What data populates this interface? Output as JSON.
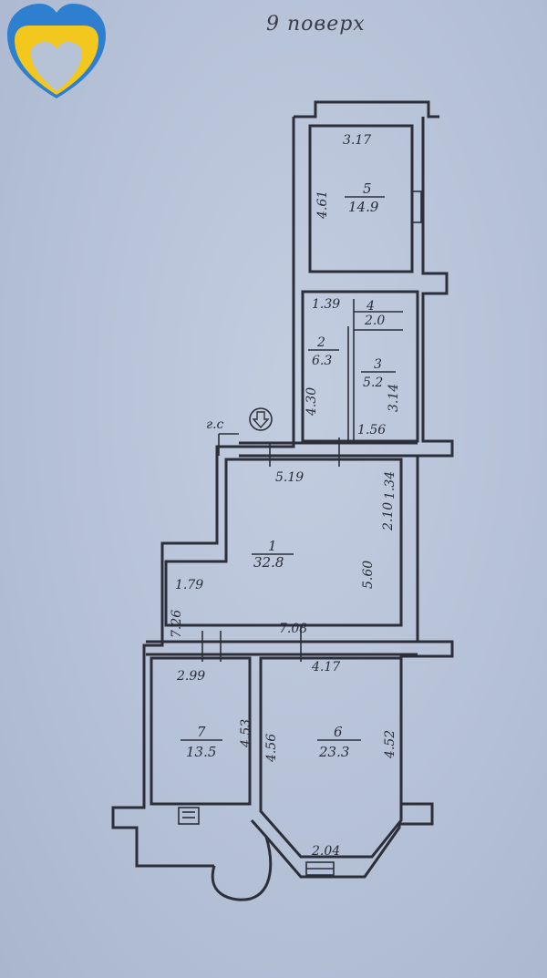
{
  "title": "9 поверх",
  "colors": {
    "paper": "#b6c2d6",
    "ink": "#2c2f3a",
    "logo_blue": "#2f7fd0",
    "logo_yellow": "#f2c81f"
  },
  "logo": {
    "icon": "ukraine-heart-logo-icon"
  },
  "rooms": [
    {
      "number": "1",
      "area": "32.8"
    },
    {
      "number": "2",
      "area": "6.3"
    },
    {
      "number": "3",
      "area": "5.2"
    },
    {
      "number": "4",
      "area": "2.0"
    },
    {
      "number": "5",
      "area": "14.9"
    },
    {
      "number": "6",
      "area": "23.3"
    },
    {
      "number": "7",
      "area": "13.5"
    }
  ],
  "dimensions": {
    "d317": "3.17",
    "d461": "4.61",
    "d139": "1.39",
    "d430": "4.30",
    "d314": "3.14",
    "d156": "1.56",
    "d519": "5.19",
    "d134": "1.34",
    "d210": "2.10",
    "d560": "5.60",
    "d179": "1.79",
    "d726": "7.26",
    "d708": "7.08",
    "d299": "2.99",
    "d417": "4.17",
    "d453": "4.53",
    "d456": "4.56",
    "d452": "4.52",
    "d204": "2.04"
  },
  "markers": {
    "stairs_label": "г.с",
    "riser_icon": "down-arrow-circle-icon"
  }
}
